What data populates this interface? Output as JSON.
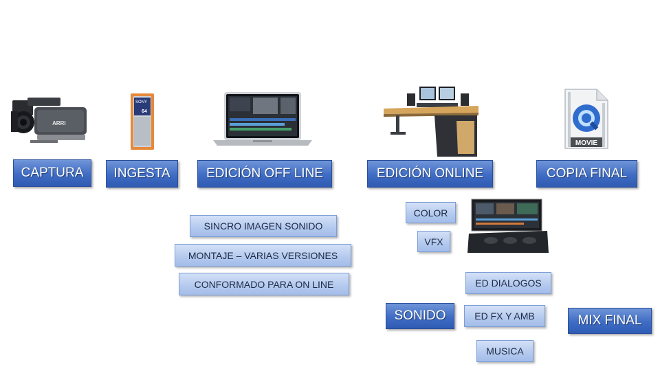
{
  "stages": [
    {
      "label": "CAPTURA"
    },
    {
      "label": "INGESTA"
    },
    {
      "label": "EDICIÓN OFF LINE"
    },
    {
      "label": "EDICIÓN ONLINE"
    },
    {
      "label": "COPIA FINAL"
    }
  ],
  "offline_tasks": [
    {
      "label": "SINCRO IMAGEN SONIDO"
    },
    {
      "label": "MONTAJE – VARIAS VERSIONES"
    },
    {
      "label": "CONFORMADO PARA ON LINE"
    }
  ],
  "online_tasks": {
    "color": "COLOR",
    "vfx": "VFX",
    "sonido": "SONIDO",
    "ed_dialogos": "ED DIALOGOS",
    "ed_fx_amb": "ED FX Y AMB",
    "musica": "MUSICA",
    "mix_final": "MIX FINAL"
  },
  "images": {
    "camera_brand": "ARRI",
    "card_brand": "SONY",
    "card_capacity": "64",
    "movie_file": "MOVIE"
  },
  "colors": {
    "box_dark": "#3f6cc4",
    "box_light": "#b3c9ee"
  }
}
